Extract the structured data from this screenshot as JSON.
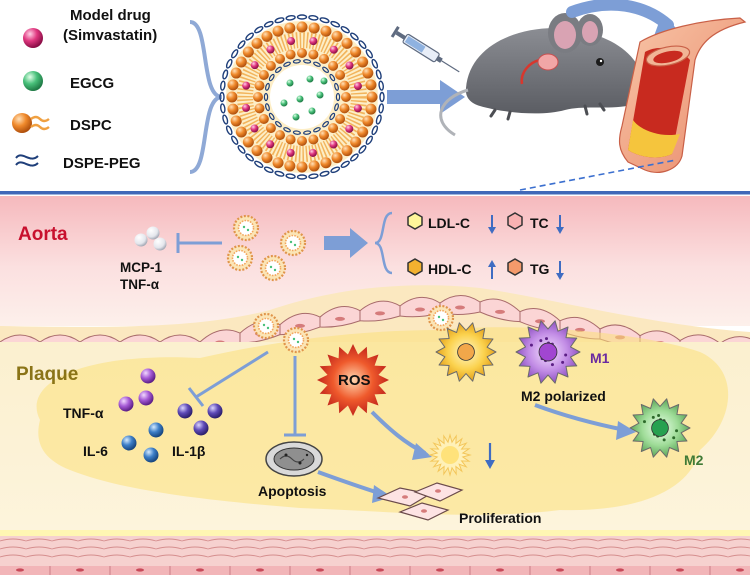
{
  "legend": {
    "model_drug_line1": "Model drug",
    "model_drug_line2": "(Simvastatin)",
    "egcg": "EGCG",
    "dspc": "DSPC",
    "dspe_peg": "DSPE-PEG"
  },
  "aorta": {
    "title": "Aorta",
    "cytokine_1": "MCP-1",
    "cytokine_2": "TNF-α",
    "ldl": "LDL-C",
    "tc": "TC",
    "hdl": "HDL-C",
    "tg": "TG"
  },
  "plaque": {
    "title": "Plaque",
    "tnf": "TNF-α",
    "il6": "IL-6",
    "il1b": "IL-1β",
    "ros": "ROS",
    "apoptosis": "Apoptosis",
    "proliferation": "Proliferation",
    "m1": "M1",
    "m2": "M2",
    "m2_polarized": "M2 polarized"
  },
  "colors": {
    "accent_blue": "#7d9ed6",
    "aorta_title": "#c8102e",
    "plaque_title": "#8a7417",
    "m_label": "#6a2aa0",
    "m2_label": "#3f7a36"
  }
}
